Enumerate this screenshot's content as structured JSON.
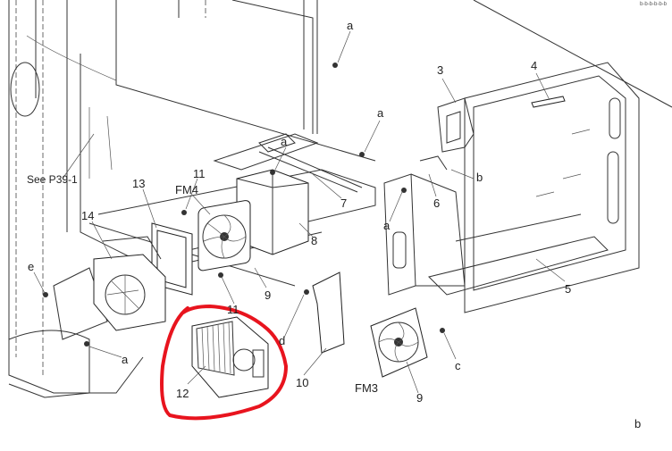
{
  "corner_text": "b-b-b-b-b-b",
  "see_reference": "See P39-1",
  "labels": {
    "a1": "a",
    "a2": "a",
    "a3": "a",
    "a4": "a",
    "a5": "a",
    "p3": "3",
    "p4": "4",
    "b1": "b",
    "p6": "6",
    "p7": "7",
    "p8": "8",
    "p11a": "11",
    "p13": "13",
    "fm4": "FM4",
    "p14": "14",
    "p9a": "9",
    "p11b": "11",
    "e": "e",
    "p5": "5",
    "d": "d",
    "c": "c",
    "p10": "10",
    "fm3": "FM3",
    "p9b": "9",
    "p12": "12",
    "b2": "b"
  },
  "annotation": {
    "color": "#e8141e",
    "shape": "hand-drawn circle around part 12"
  }
}
